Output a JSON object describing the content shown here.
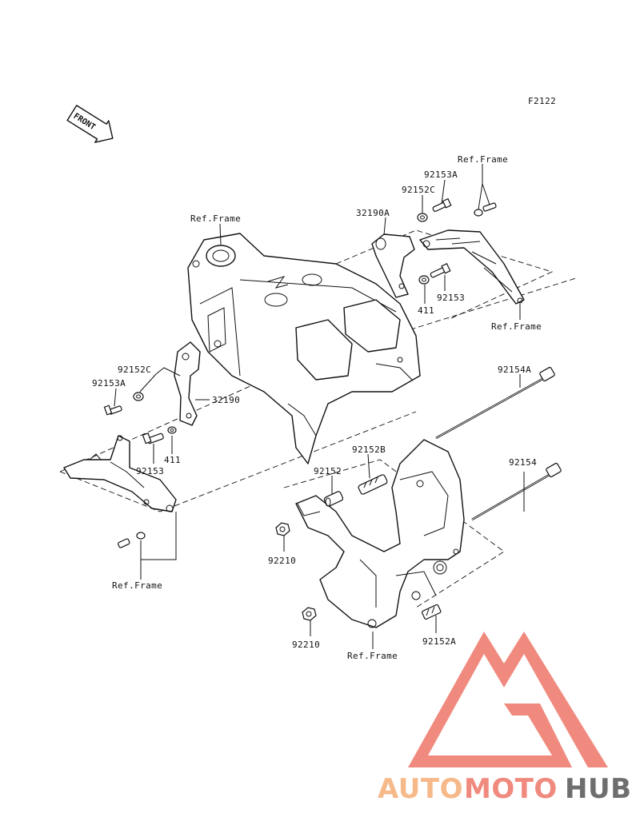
{
  "figure_code": "F2122",
  "front_arrow": "FRONT",
  "labels": {
    "ref_frame_top_right": "Ref.Frame",
    "p92153A_top": "92153A",
    "p92152C_top": "92152C",
    "p32190A": "32190A",
    "ref_frame_center": "Ref.Frame",
    "p411_right": "411",
    "p92153_right": "92153",
    "ref_frame_right": "Ref.Frame",
    "p92154A": "92154A",
    "p92152C_left": "92152C",
    "p92153A_left": "92153A",
    "p32190": "32190",
    "p92153_left": "92153",
    "p411_left": "411",
    "p92152B": "92152B",
    "p92152": "92152",
    "p92154": "92154",
    "p92210_upper": "92210",
    "p92210_lower": "92210",
    "ref_frame_bottom_left": "Ref.Frame",
    "ref_frame_bottom": "Ref.Frame",
    "p92152A": "92152A"
  },
  "watermark": {
    "word_part1": "AUTO",
    "word_part2": "MOTO",
    "word_part3": "HUB",
    "colors": {
      "triangle": "#f08a7e",
      "auto": "#f6b98a",
      "moto": "#f08a7e",
      "hub": "#6e6e6e"
    }
  }
}
